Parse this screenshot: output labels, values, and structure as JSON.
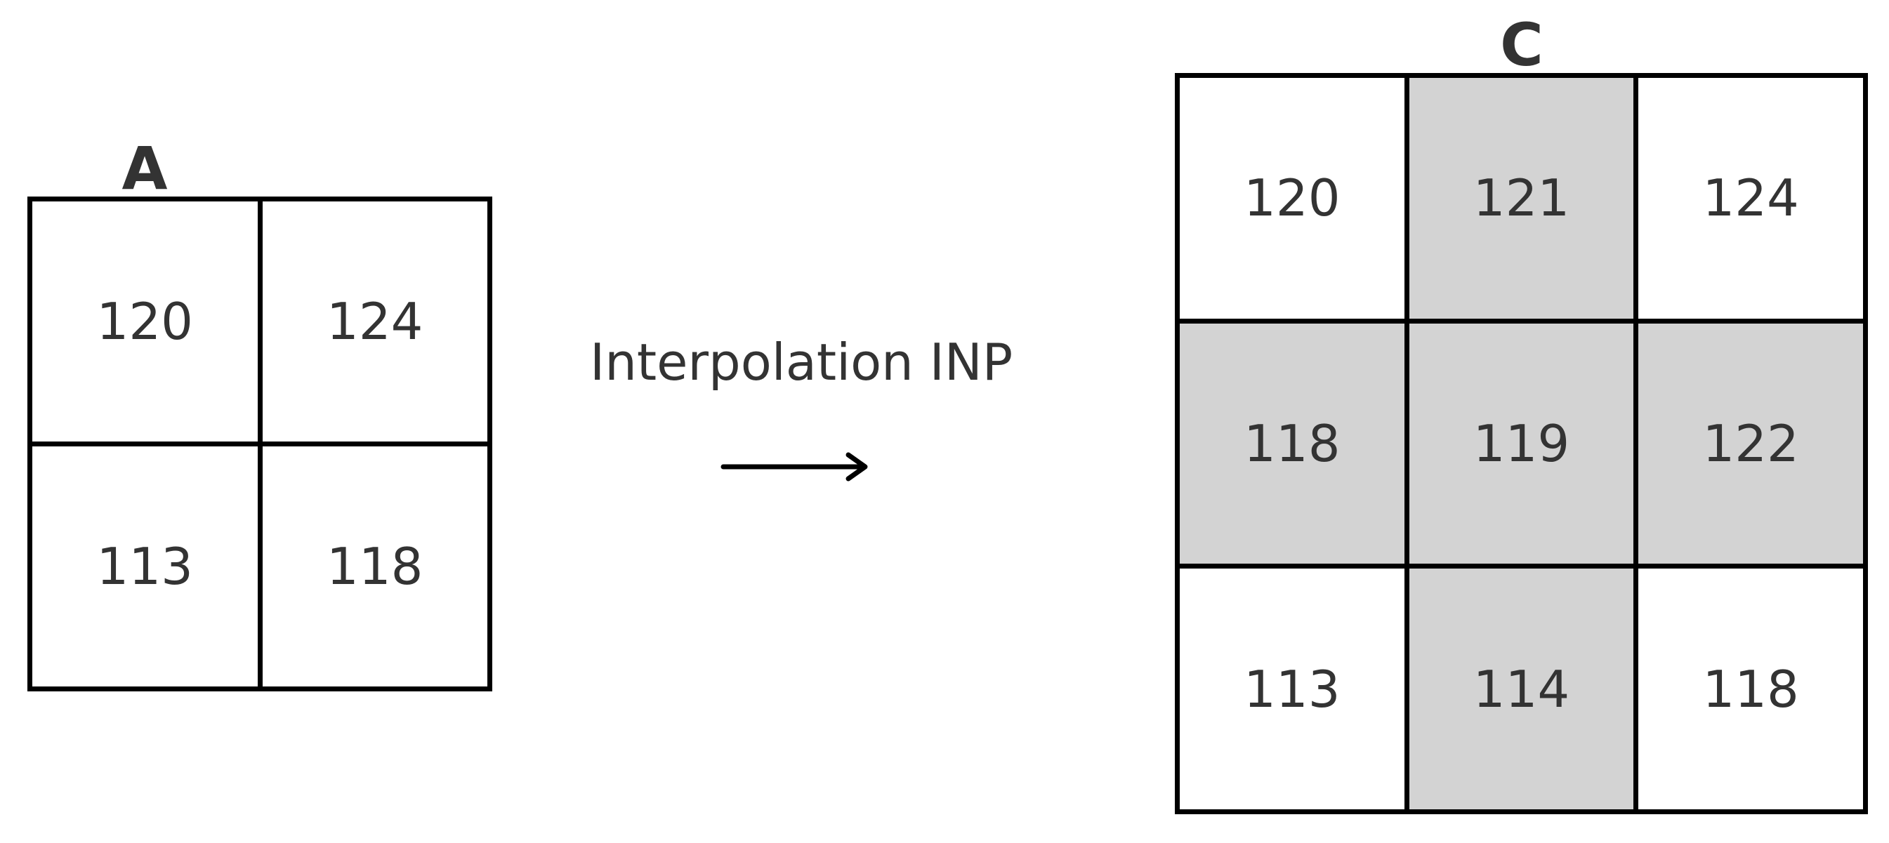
{
  "input_matrix": {
    "label": "A",
    "rows": [
      [
        "120",
        "124"
      ],
      [
        "113",
        "118"
      ]
    ]
  },
  "operation": {
    "label": "Interpolation INP",
    "icon": "right-arrow-icon"
  },
  "output_matrix": {
    "label": "C",
    "rows": [
      [
        "120",
        "121",
        "124"
      ],
      [
        "118",
        "119",
        "122"
      ],
      [
        "113",
        "114",
        "118"
      ]
    ],
    "interpolated_fill": "#d3d3d3",
    "original_fill": "#ffffff"
  }
}
